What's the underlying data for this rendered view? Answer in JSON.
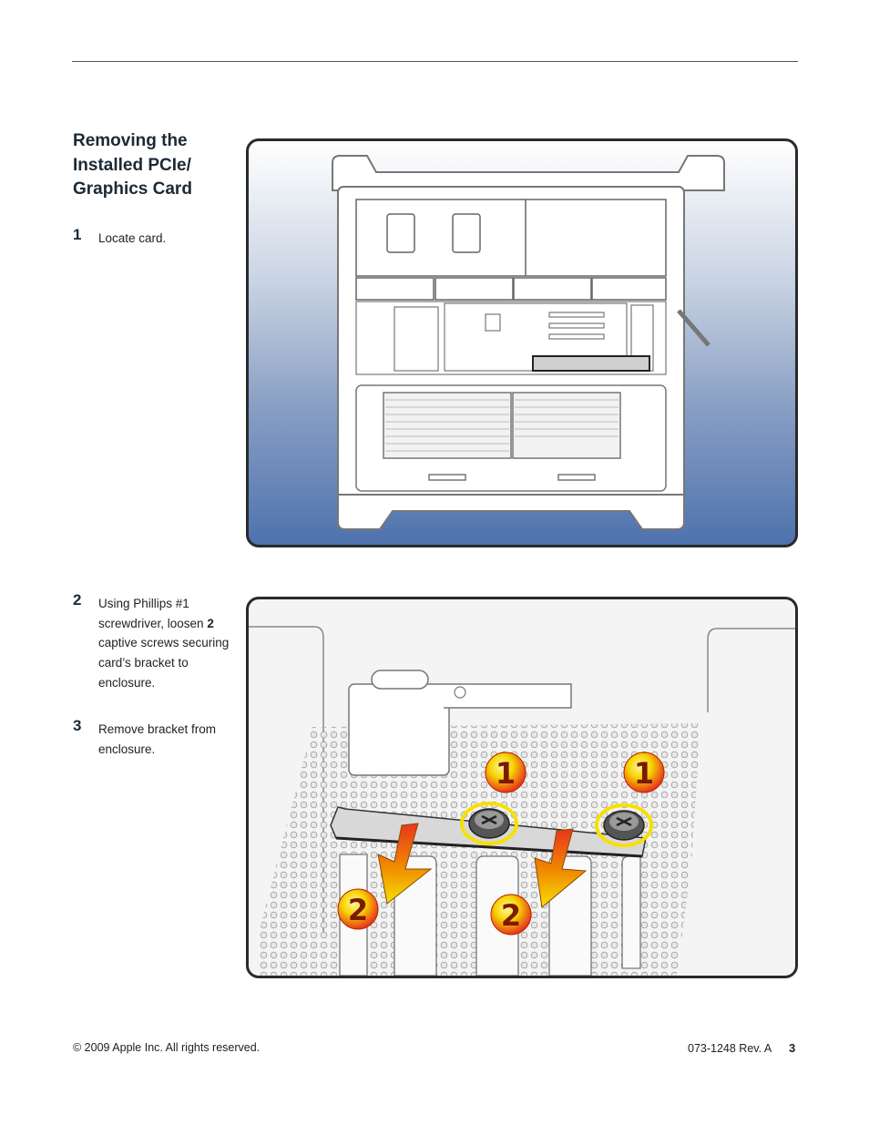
{
  "section": {
    "title": "Removing the Installed PCIe/ Graphics Card"
  },
  "steps": [
    {
      "number": "1",
      "text": "Locate card."
    },
    {
      "number": "2",
      "text_before": "Using Phillips #1 screwdriver, loosen ",
      "bold": "2",
      "text_after": " captive screws securing card’s bracket to enclosure."
    },
    {
      "number": "3",
      "text": "Remove bracket from enclosure."
    }
  ],
  "figure2": {
    "callouts": [
      "1",
      "1",
      "2",
      "2"
    ]
  },
  "colors": {
    "gradient_top": "#ffffff",
    "gradient_bottom": "#4e72ae",
    "callout_yellow": "#f7e000",
    "callout_red": "#e8361c",
    "arrow_orange": "#f08c00"
  },
  "footer": {
    "copyright": "© 2009 Apple Inc. All rights reserved.",
    "doc_number": "073-1248 Rev. A",
    "page": "3"
  }
}
